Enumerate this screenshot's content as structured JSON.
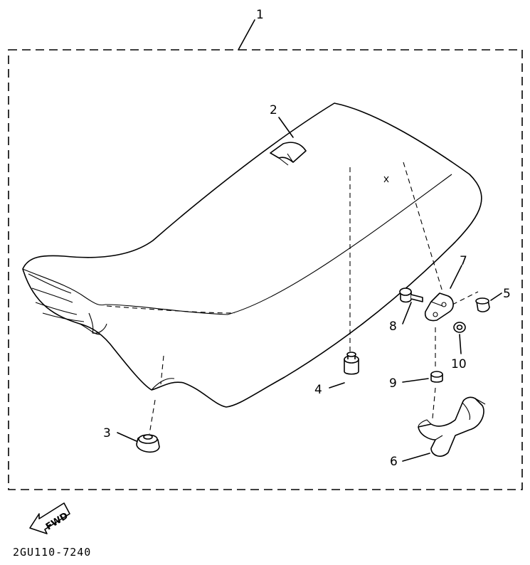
{
  "callouts": [
    {
      "id": "1",
      "label": "1"
    },
    {
      "id": "2",
      "label": "2"
    },
    {
      "id": "3",
      "label": "3"
    },
    {
      "id": "4",
      "label": "4"
    },
    {
      "id": "5",
      "label": "5"
    },
    {
      "id": "6",
      "label": "6"
    },
    {
      "id": "7",
      "label": "7"
    },
    {
      "id": "8",
      "label": "8"
    },
    {
      "id": "9",
      "label": "9"
    },
    {
      "id": "10",
      "label": "10"
    }
  ],
  "fwd_label": "FWD",
  "diagram_code": "2GU110-7240"
}
